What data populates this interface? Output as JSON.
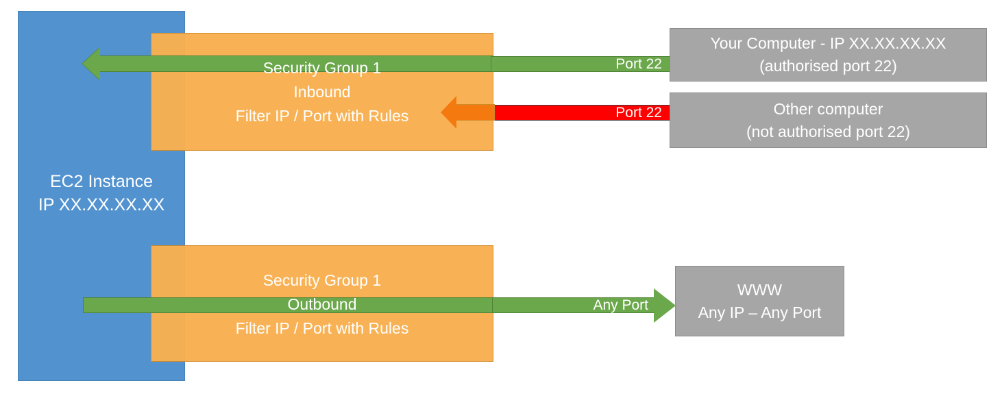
{
  "diagram": {
    "title": "AWS EC2 Security Group inbound and outbound traffic filtering",
    "colors": {
      "instance_blue": "#5292cf",
      "security_group_orange": "#f8b050",
      "allowed_green": "#6ba74b",
      "blocked_red": "#ff0000",
      "blocked_arrow_orange": "#f4790f",
      "host_gray": "#a6a6a6",
      "label_white": "#ffffff",
      "background": "#ffffff"
    }
  },
  "instance": {
    "label": "EC2 Instance\nIP XX.XX.XX.XX"
  },
  "security_groups": {
    "inbound": {
      "name": "Security Group 1",
      "direction": "Inbound",
      "rule": "Filter IP / Port with Rules",
      "text": "Security Group 1\nInbound\nFilter IP / Port with Rules"
    },
    "outbound": {
      "name": "Security Group 1",
      "direction": "Outbound",
      "rule": "Filter IP / Port with Rules",
      "text": "Security Group 1\nOutbound\nFilter IP / Port with Rules"
    }
  },
  "flows": [
    {
      "id": "inbound-allowed",
      "port_label": "Port 22",
      "status": "allowed",
      "color": "#6ba74b",
      "direction": "into-instance"
    },
    {
      "id": "inbound-blocked",
      "port_label": "Port 22",
      "status": "blocked",
      "color": "#ff0000",
      "direction": "stopped-at-security-group"
    },
    {
      "id": "outbound-allowed",
      "port_label": "Any Port",
      "status": "allowed",
      "color": "#6ba74b",
      "direction": "out-to-internet"
    }
  ],
  "hosts": [
    {
      "id": "your-computer",
      "label": "Your Computer - IP XX.XX.XX.XX\n(authorised port 22)",
      "line1": "Your Computer - IP XX.XX.XX.XX",
      "line2": "(authorised port 22)"
    },
    {
      "id": "other-computer",
      "label": "Other computer\n(not authorised port 22)",
      "line1": "Other computer",
      "line2": "(not authorised port 22)"
    },
    {
      "id": "www",
      "label": "WWW\nAny IP – Any Port",
      "line1": "WWW",
      "line2": "Any IP – Any Port"
    }
  ]
}
